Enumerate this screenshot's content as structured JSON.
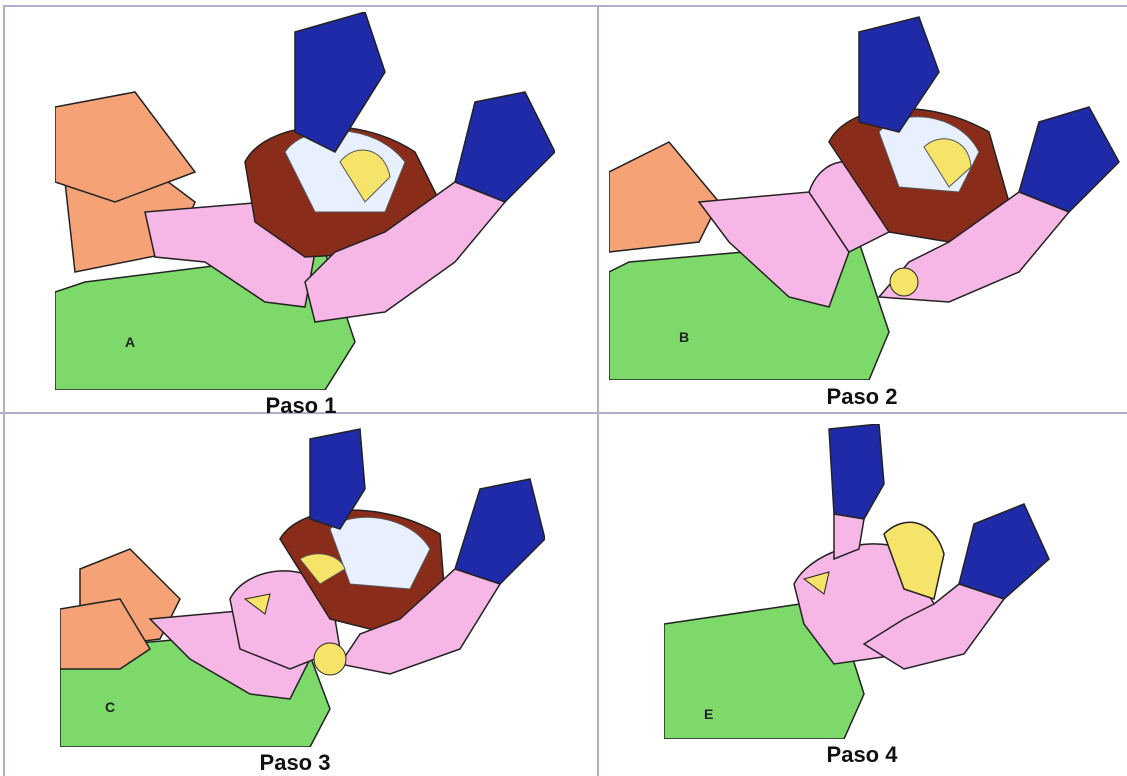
{
  "steps": [
    {
      "caption": "Paso 1",
      "letter": "A",
      "helmet": true,
      "face": false
    },
    {
      "caption": "Paso 2",
      "letter": "B",
      "helmet": true,
      "face": true
    },
    {
      "caption": "Paso 3",
      "letter": "C",
      "helmet": true,
      "face": true
    },
    {
      "caption": "Paso 4",
      "letter": "E",
      "helmet": false,
      "face": true
    }
  ],
  "colors": {
    "grid_line": "#b4aece",
    "skin_pink": "#f7b7e6",
    "sleeve_blue": "#1f2aa8",
    "sleeve_orange": "#f4a276",
    "shirt_green": "#7dd96a",
    "helmet_brown": "#8a2c1a",
    "hair_yellow": "#f6e36a"
  }
}
